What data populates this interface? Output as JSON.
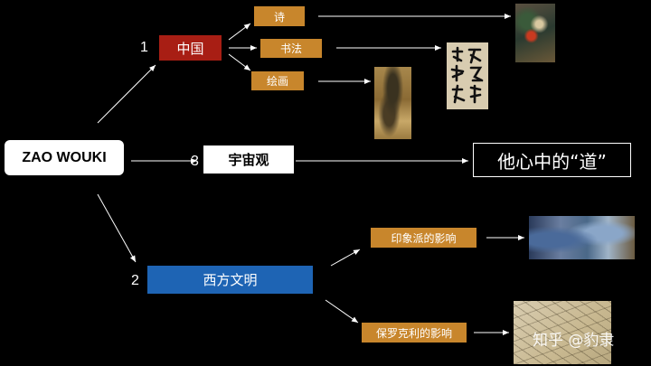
{
  "root": {
    "label": "ZAO WOUKI"
  },
  "branches": {
    "china": {
      "number": "1",
      "label": "中国",
      "color": "#a81e14",
      "children": [
        {
          "label": "诗",
          "image": "painting-abstract-thumb"
        },
        {
          "label": "书法",
          "image": "calligraphy-thumb"
        },
        {
          "label": "绘画",
          "image": "landscape-painting-thumb"
        }
      ]
    },
    "cosmos": {
      "number": "3",
      "label": "宇宙观",
      "result": "他心中的“道”"
    },
    "west": {
      "number": "2",
      "label": "西方文明",
      "color": "#1e64b4",
      "children": [
        {
          "label": "印象派的影响",
          "image": "impressionist-thumb"
        },
        {
          "label": "保罗克利的影响",
          "image": "klee-thumb"
        }
      ]
    }
  },
  "colors": {
    "orange": "#c8862c",
    "background": "#000000"
  },
  "watermark": "知乎 @豹隶"
}
